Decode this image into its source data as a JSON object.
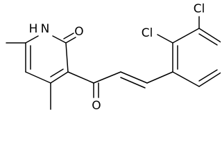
{
  "molecule": {
    "atoms": {
      "nh": "H",
      "n": "N",
      "o_ring": "O",
      "o_ketone": "O",
      "cl_1": "Cl",
      "cl_2": "Cl"
    }
  }
}
